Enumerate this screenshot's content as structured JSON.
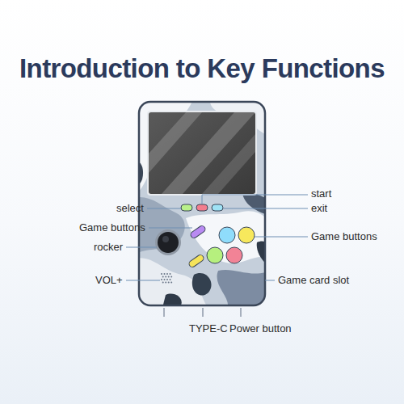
{
  "diagram": {
    "title": "Introduction to Key Functions",
    "labels": [
      "start",
      "select",
      "exit",
      "Game buttons",
      "Game buttons",
      "rocker",
      "VOL+",
      "Game card slot",
      "TYPE-C",
      "Power button"
    ]
  }
}
